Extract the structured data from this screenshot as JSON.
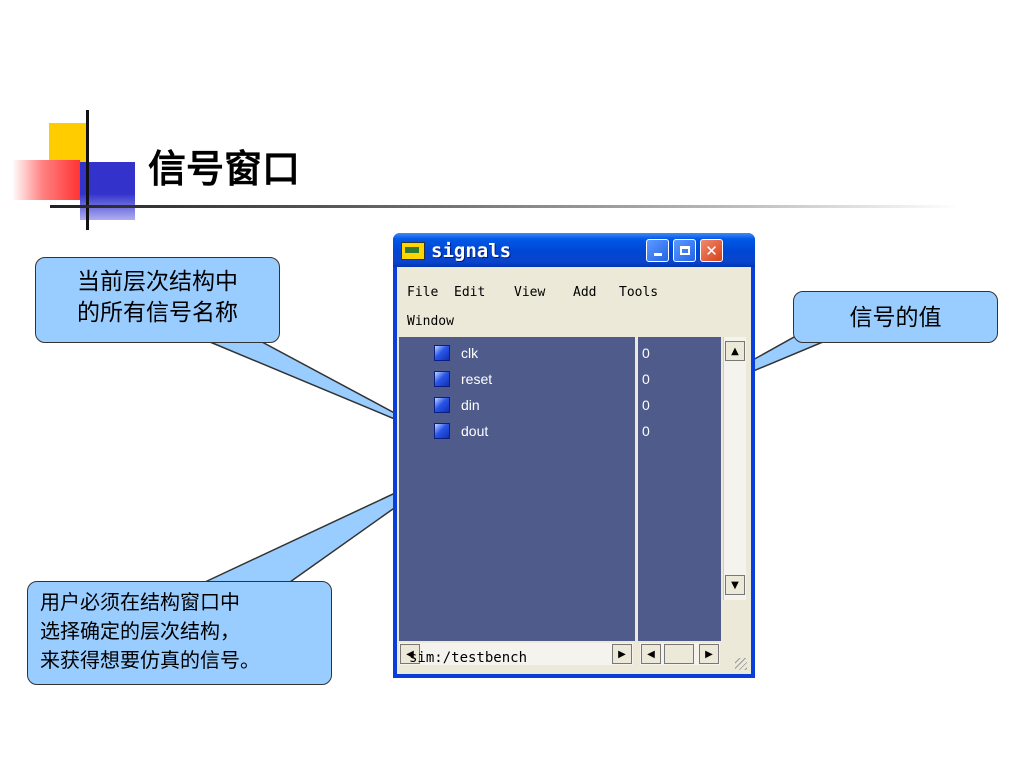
{
  "slide": {
    "title": "信号窗口"
  },
  "callouts": {
    "signal_names": [
      "当前层次结构中",
      "的所有信号名称"
    ],
    "signal_values": "信号的值",
    "choose_hierarchy": [
      "用户必须在结构窗口中",
      "选择确定的层次结构，",
      "来获得想要仿真的信号。"
    ]
  },
  "window": {
    "title": "signals",
    "menu": {
      "file": "File",
      "edit": "Edit",
      "view": "View",
      "add": "Add",
      "tools": "Tools",
      "window": "Window"
    },
    "signals": [
      {
        "name": "clk",
        "value": "0"
      },
      {
        "name": "reset",
        "value": "0"
      },
      {
        "name": "din",
        "value": "0"
      },
      {
        "name": "dout",
        "value": "0"
      }
    ],
    "status": "sim:/testbench"
  },
  "colors": {
    "pane_bg": "#4f5b8a",
    "callout_bg": "#99ccff",
    "titlebar": "#0046d4"
  }
}
